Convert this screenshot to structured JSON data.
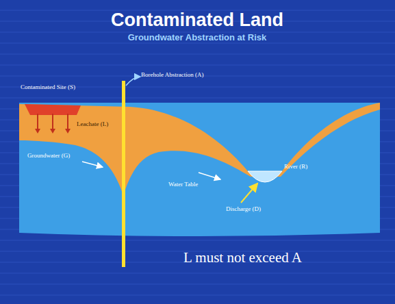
{
  "diagram": {
    "title": "Contaminated Land",
    "labels": [
      "Groundwater Abstraction at Risk",
      "Contaminated Site (S)",
      "Borehole Abstraction (A)",
      "Leachate (L)",
      "Groundwater (G)",
      "River (R)",
      "Water Table",
      "Discharge (D)",
      "L must not exceed A"
    ]
  }
}
